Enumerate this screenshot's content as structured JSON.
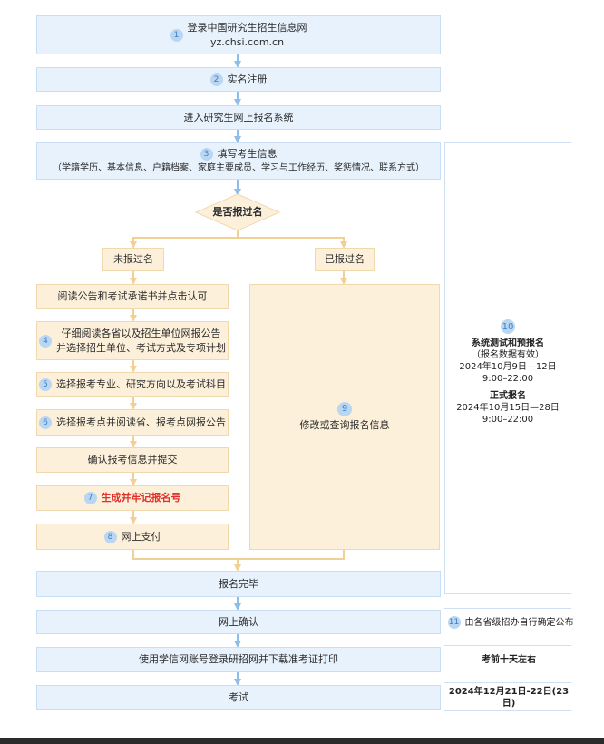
{
  "colors": {
    "blue_box": "#e8f2fc",
    "tan_box": "#fdf0db",
    "blue_arrow": "#8dbde9",
    "tan_arrow": "#f2cf93",
    "number_badge": "#b9d6f3",
    "highlight": "#e0302a"
  },
  "steps": {
    "s1": {
      "num": "1",
      "line1": "登录中国研究生招生信息网",
      "line2": "yz.chsi.com.cn"
    },
    "s2": {
      "num": "2",
      "label": "实名注册"
    },
    "s_enter": {
      "label": "进入研究生网上报名系统"
    },
    "s3": {
      "num": "3",
      "line1": "填写考生信息",
      "line2": "（学籍学历、基本信息、户籍档案、家庭主要成员、学习与工作经历、奖惩情况、联系方式）"
    },
    "decision": {
      "label": "是否报过名"
    },
    "not_registered": {
      "label": "未报过名"
    },
    "registered": {
      "label": "已报过名"
    },
    "read_notice": {
      "label": "阅读公告和考试承诺书并点击认可"
    },
    "s4": {
      "num": "4",
      "line1": "仔细阅读各省以及招生单位网报公告",
      "line2": "并选择招生单位、考试方式及专项计划"
    },
    "s5": {
      "num": "5",
      "label": "选择报考专业、研究方向以及考试科目"
    },
    "s6": {
      "num": "6",
      "label": "选择报考点并阅读省、报考点网报公告"
    },
    "confirm_submit": {
      "label": "确认报考信息并提交"
    },
    "s7": {
      "num": "7",
      "label": "生成并牢记报名号"
    },
    "s8": {
      "num": "8",
      "label": "网上支付"
    },
    "s9": {
      "num": "9",
      "label": "修改或查询报名信息"
    },
    "complete": {
      "label": "报名完毕"
    },
    "online_confirm": {
      "label": "网上确认"
    },
    "download_ticket": {
      "label": "使用学信网账号登录研招网并下载准考证打印"
    },
    "exam": {
      "label": "考试"
    }
  },
  "side": {
    "s10": {
      "num": "10",
      "title1": "系统测试和预报名",
      "note1": "（报名数据有效）",
      "date1": "2024年10月9日—12日",
      "time1": "9:00–22:00",
      "title2": "正式报名",
      "date2": "2024年10月15日—28日",
      "time2": "9:00–22:00"
    },
    "s11": {
      "num": "11",
      "label": "由各省级招办自行确定公布"
    },
    "ticket_time": {
      "label": "考前十天左右"
    },
    "exam_date": {
      "label": "2024年12月21日-22日(23日)"
    }
  }
}
